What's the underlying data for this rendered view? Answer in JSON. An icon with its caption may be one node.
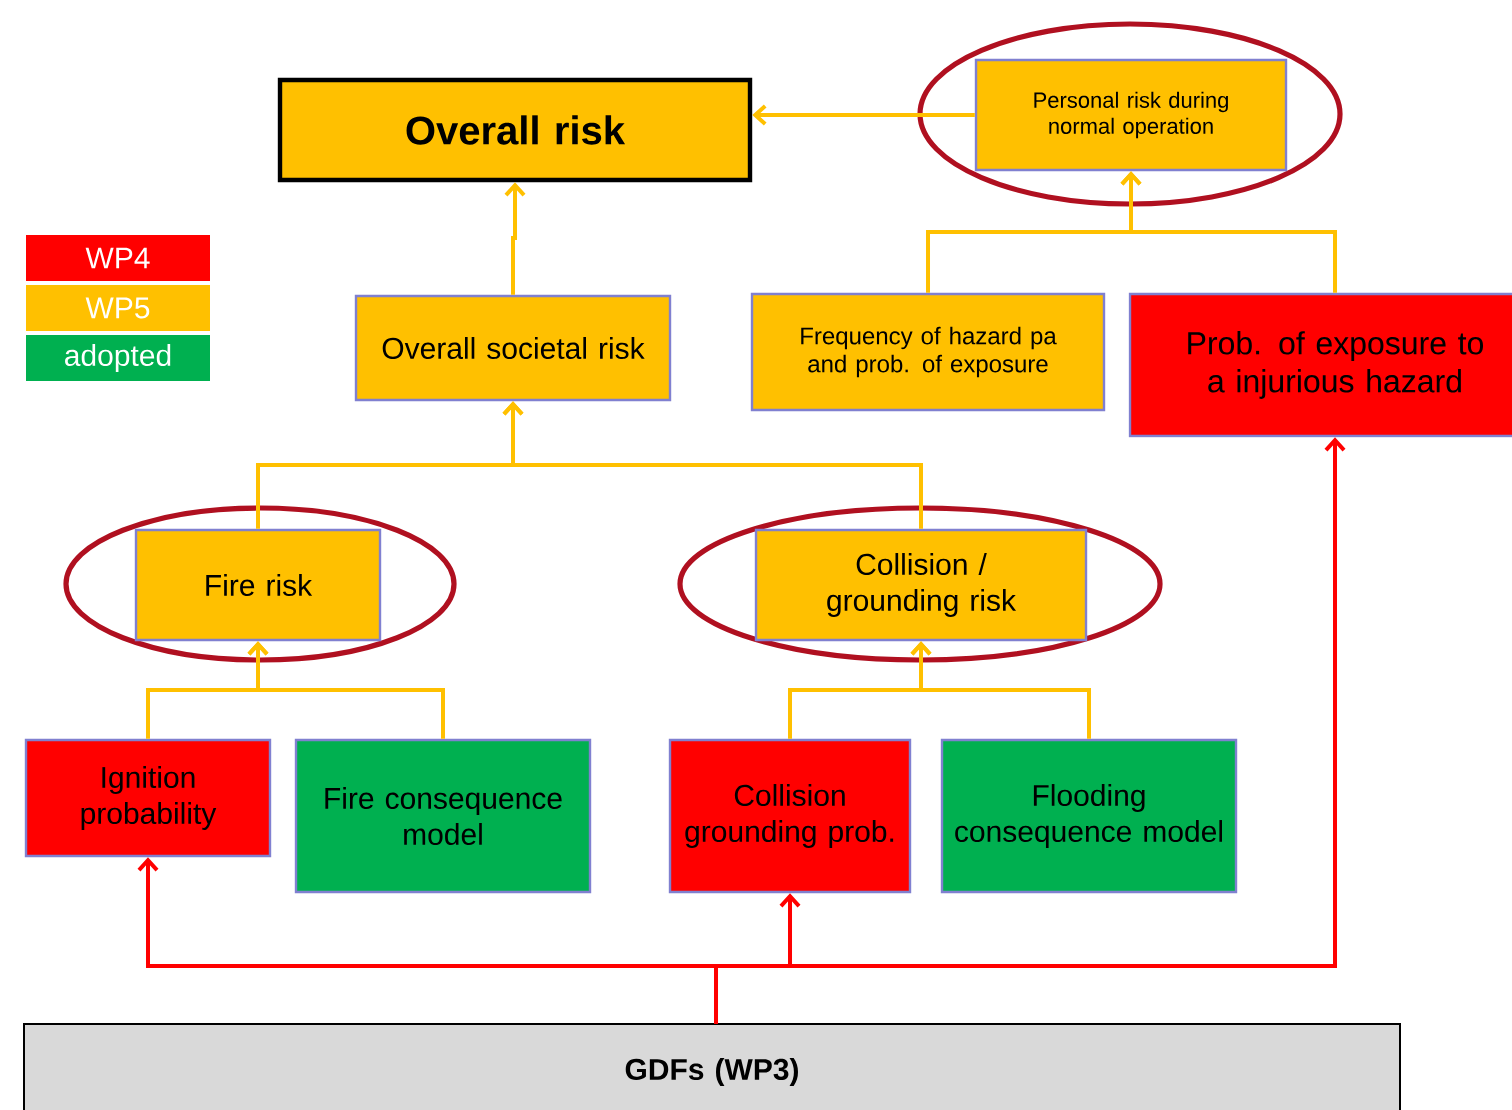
{
  "diagram": {
    "nodes": [
      {
        "text": [
          "Overall risk"
        ]
      },
      {
        "text": [
          "Personal risk during normal operation"
        ]
      },
      {
        "text": [
          "Overall societal risk"
        ]
      },
      {
        "text": [
          "Frequency of  hazard pa and prob. of exposure"
        ]
      },
      {
        "text": [
          "Prob. of exposure to a injurious hazard"
        ]
      },
      {
        "text": [
          "Fire risk"
        ]
      },
      {
        "text": [
          "Collision / grounding risk"
        ]
      },
      {
        "text": [
          "Ignition probability"
        ]
      },
      {
        "text": [
          "Fire consequence model"
        ]
      },
      {
        "text": [
          "Collision grounding prob."
        ]
      },
      {
        "text": [
          "Flooding consequence model"
        ]
      },
      {
        "text": [
          "GDFs  (WP3)"
        ]
      }
    ],
    "edges": [
      {
        "from": 7,
        "to": 5,
        "arrow": "to"
      },
      {
        "from": 8,
        "to": 5,
        "arrow": "to"
      },
      {
        "from": 9,
        "to": 6,
        "arrow": "to"
      },
      {
        "from": 10,
        "to": 6,
        "arrow": "to"
      },
      {
        "from": 5,
        "to": 2,
        "arrow": "to"
      },
      {
        "from": 6,
        "to": 2,
        "arrow": "to"
      },
      {
        "from": 2,
        "to": 0,
        "arrow": "to"
      },
      {
        "from": 1,
        "to": 0,
        "arrow": "to"
      },
      {
        "from": 3,
        "to": 1,
        "arrow": "to"
      },
      {
        "from": 4,
        "to": 1,
        "arrow": "to"
      },
      {
        "from": 11,
        "to": 7,
        "arrow": "to",
        "color": "#ff0000"
      },
      {
        "from": 11,
        "to": 9,
        "arrow": "to",
        "color": "#ff0000"
      },
      {
        "from": 11,
        "to": 4,
        "arrow": "to",
        "color": "#ff0000"
      }
    ],
    "legend": [
      {
        "text": "WP4",
        "color": "#ff0000"
      },
      {
        "text": "WP5",
        "color": "#ffc000"
      },
      {
        "text": "adopted",
        "color": "#00b050"
      }
    ]
  }
}
